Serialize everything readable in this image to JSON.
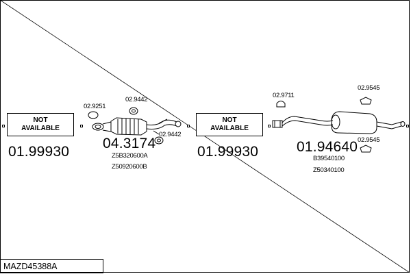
{
  "diagram_code": "MAZD45388A",
  "not_available_text_line1": "NOT",
  "not_available_text_line2": "AVAILABLE",
  "parts": {
    "front_pipe": {
      "number": "01.99930"
    },
    "catalyst": {
      "number": "04.3174",
      "refs": [
        "Z5B320600A",
        "Z50920600B"
      ]
    },
    "centre_pipe": {
      "number": "01.99930"
    },
    "rear_silencer": {
      "number": "01.94640",
      "refs": [
        "B39540100",
        "Z50340100"
      ]
    }
  },
  "accessories": {
    "gasket_front": "02.9251",
    "mount_catalyst_top": "02.9442",
    "mount_catalyst_bottom": "02.9442",
    "clamp_centre": "02.9711",
    "mount_rear_top": "02.9545",
    "mount_rear_bottom": "02.9545"
  }
}
